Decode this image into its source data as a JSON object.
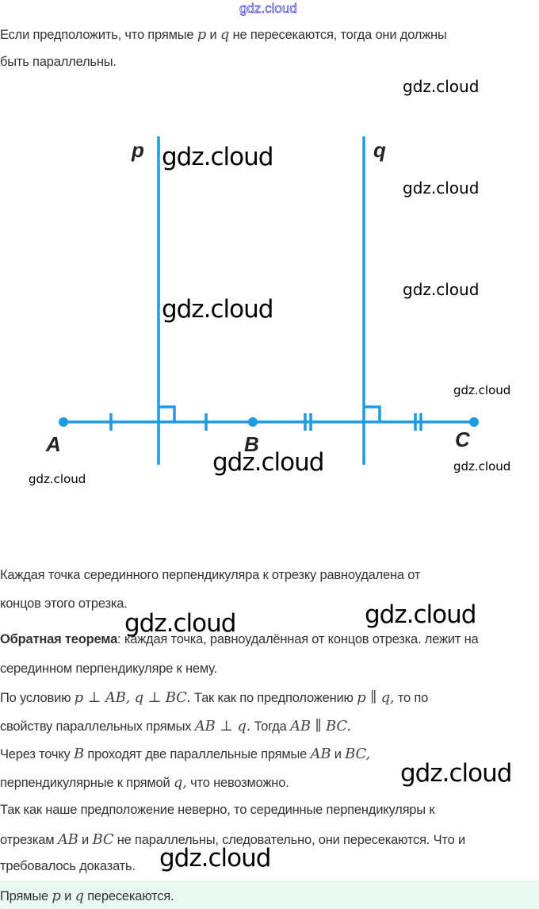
{
  "header_watermark": "gdz.cloud",
  "lines": [
    {
      "segs": [
        [
          "t",
          "Если предположить, что прямые "
        ],
        [
          "m",
          "p"
        ],
        [
          "t",
          " и "
        ],
        [
          "m",
          "q"
        ],
        [
          "t",
          " не пересекаются, тогда они должны"
        ]
      ]
    },
    {
      "segs": [
        [
          "t",
          "быть параллельны."
        ]
      ]
    },
    {
      "segs": [
        [
          "t",
          "Каждая точка серединного перпендикуляра к отрезку равноудалена от"
        ]
      ]
    },
    {
      "segs": [
        [
          "t",
          "концов этого отрезка."
        ]
      ]
    },
    {
      "segs": [
        [
          "b",
          "Обратная теорема"
        ],
        [
          "t",
          ": каждая точка, равноудалённая от концов отрезка. лежит на"
        ]
      ]
    },
    {
      "segs": [
        [
          "t",
          "серединном перпендикуляре к нему."
        ]
      ]
    },
    {
      "segs": [
        [
          "t",
          "По условию "
        ],
        [
          "m",
          "p ⊥ AB, q ⊥ BC."
        ],
        [
          "t",
          " Так как по предположению "
        ],
        [
          "m",
          "p ∥ q,"
        ],
        [
          "t",
          " то по"
        ]
      ]
    },
    {
      "segs": [
        [
          "t",
          "свойству параллельных прямых "
        ],
        [
          "m",
          "AB ⊥ q."
        ],
        [
          "t",
          " Тогда "
        ],
        [
          "m",
          "AB ∥ BC."
        ]
      ]
    },
    {
      "segs": [
        [
          "t",
          "Через точку "
        ],
        [
          "m",
          "B"
        ],
        [
          "t",
          " проходят две параллельные прямые "
        ],
        [
          "m",
          "AB"
        ],
        [
          "t",
          " и "
        ],
        [
          "m",
          "BC,"
        ]
      ]
    },
    {
      "segs": [
        [
          "t",
          "перпендикулярные к прямой "
        ],
        [
          "m",
          "q,"
        ],
        [
          "t",
          " что невозможно."
        ]
      ]
    },
    {
      "segs": [
        [
          "t",
          "Так как наше предположение неверно, то серединные перпендикуляры к"
        ]
      ]
    },
    {
      "segs": [
        [
          "t",
          "отрезкам "
        ],
        [
          "m",
          "AB"
        ],
        [
          "t",
          " и "
        ],
        [
          "m",
          "BC"
        ],
        [
          "t",
          " не параллельны, следовательно, они пересекаются. Что и"
        ]
      ]
    },
    {
      "segs": [
        [
          "t",
          "требовалось доказать."
        ]
      ]
    },
    {
      "segs": [
        [
          "t",
          "Прямые "
        ],
        [
          "m",
          "p"
        ],
        [
          "t",
          " и "
        ],
        [
          "m",
          "q"
        ],
        [
          "t",
          " пересекаются."
        ]
      ]
    }
  ],
  "figure": {
    "labels": {
      "p": "p",
      "q": "q",
      "A": "A",
      "B": "B",
      "C": "C"
    },
    "color": "#1e9be0"
  },
  "watermarks": [
    "gdz.cloud",
    "gdz.cloud",
    "gdz.cloud",
    "gdz.cloud",
    "gdz.cloud",
    "gdz.cloud",
    "gdz.cloud",
    "gdz.cloud",
    "gdz.cloud",
    "gdz.cloud",
    "gdz.cloud",
    "gdz.cloud",
    "gdz.cloud",
    "gdz.cloud"
  ]
}
